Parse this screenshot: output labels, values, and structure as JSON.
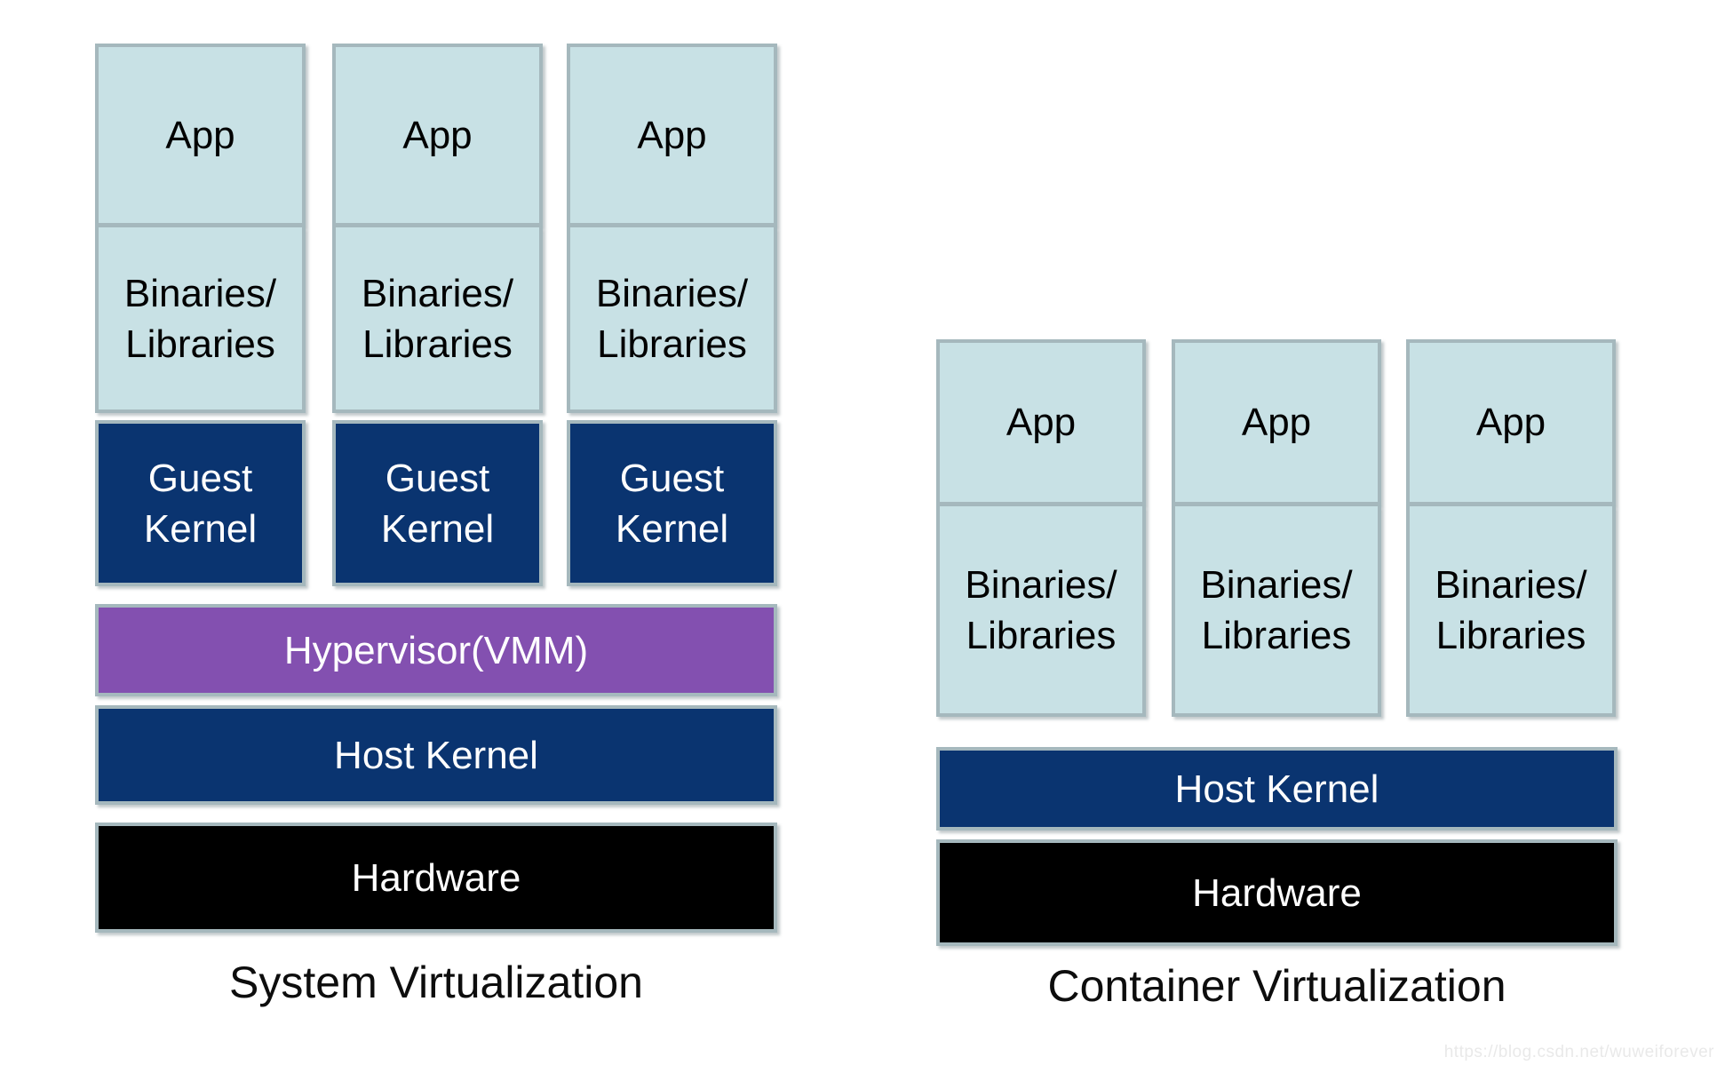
{
  "colors": {
    "light_box": "#c8e1e5",
    "box_border": "#a5b8bd",
    "navy": "#0a3470",
    "purple": "#8350b0",
    "hardware_black": "#000000"
  },
  "left_diagram": {
    "caption": "System Virtualization",
    "stacks": [
      {
        "app": "App",
        "binaries_line1": "Binaries/",
        "binaries_line2": "Libraries",
        "kernel_line1": "Guest",
        "kernel_line2": "Kernel"
      },
      {
        "app": "App",
        "binaries_line1": "Binaries/",
        "binaries_line2": "Libraries",
        "kernel_line1": "Guest",
        "kernel_line2": "Kernel"
      },
      {
        "app": "App",
        "binaries_line1": "Binaries/",
        "binaries_line2": "Libraries",
        "kernel_line1": "Guest",
        "kernel_line2": "Kernel"
      }
    ],
    "hypervisor": "Hypervisor(VMM)",
    "host_kernel": "Host Kernel",
    "hardware": "Hardware"
  },
  "right_diagram": {
    "caption": "Container Virtualization",
    "stacks": [
      {
        "app": "App",
        "binaries_line1": "Binaries/",
        "binaries_line2": "Libraries"
      },
      {
        "app": "App",
        "binaries_line1": "Binaries/",
        "binaries_line2": "Libraries"
      },
      {
        "app": "App",
        "binaries_line1": "Binaries/",
        "binaries_line2": "Libraries"
      }
    ],
    "host_kernel": "Host Kernel",
    "hardware": "Hardware"
  },
  "watermark": "https://blog.csdn.net/wuweiforever"
}
